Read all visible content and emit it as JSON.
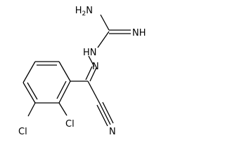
{
  "molecule": {
    "atoms": {
      "nh2": {
        "element": "H",
        "count": "2",
        "suffix": "N"
      },
      "imine_nh": "NH",
      "hydrazine_nh": {
        "element": "H",
        "suffix": "N"
      },
      "azo_n": "N",
      "nitrile_n": "N",
      "cl_upper": "Cl",
      "cl_lower": "Cl"
    }
  }
}
